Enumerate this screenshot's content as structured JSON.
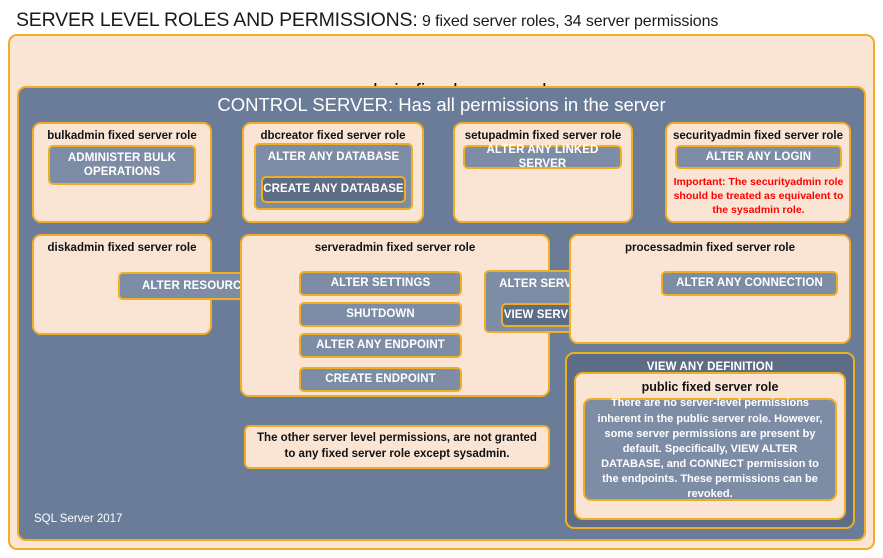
{
  "title": {
    "main": "SERVER LEVEL ROLES AND PERMISSIONS:",
    "sub": "9 fixed server roles, 34 server permissions"
  },
  "sysadmin": {
    "label": "sysadmin fixed server role"
  },
  "control_server": {
    "label": "CONTROL SERVER: Has all permissions in the server"
  },
  "roles": {
    "bulkadmin": {
      "title": "bulkadmin fixed server role",
      "permissions": [
        "ADMINISTER  BULK OPERATIONS"
      ]
    },
    "dbcreator": {
      "title": "dbcreator fixed server role",
      "permission_outer": "ALTER ANY DATABASE",
      "permission_inner": "CREATE  ANY DATABASE"
    },
    "setupadmin": {
      "title": "setupadmin fixed server role",
      "permissions": [
        "ALTER ANY LINKED SERVER"
      ]
    },
    "securityadmin": {
      "title": "securityadmin fixed server role",
      "permissions": [
        "ALTER ANY LOGIN"
      ],
      "warning": "Important:  The securityadmin role should  be treated  as equivalent to the  sysadmin role."
    },
    "diskadmin": {
      "title": "diskadmin fixed server role",
      "permissions": [
        "ALTER RESOURCES"
      ]
    },
    "serveradmin": {
      "title": "serveradmin fixed server role",
      "permissions": [
        "ALTER SETTINGS",
        "SHUTDOWN",
        "ALTER ANY ENDPOINT",
        "CREATE  ENDPOINT"
      ],
      "permission_outer": "ALTER SERVER  STATE",
      "permission_inner": "VIEW SERVER  STATE"
    },
    "processadmin": {
      "title": "processadmin fixed server role",
      "permissions": [
        "ALTER ANY CONNECTION"
      ]
    },
    "public": {
      "view_any_definition": "VIEW ANY DEFINITION",
      "title": "public  fixed server role",
      "body": "There are no server-level permissions inherent in the public server role. However, some server permissions are present by default. Specifically, VIEW ALTER DATABASE, and CONNECT permission to the endpoints. These permissions can be revoked."
    }
  },
  "note": {
    "text": "The other server level permissions,  are not granted to any fixed server role except sysadmin."
  },
  "footer": {
    "text": "SQL Server 2017"
  },
  "colors": {
    "peach": "#fae5d5",
    "gold": "#f0ae26",
    "slate": "#6b7c99",
    "permission": "#7d8da6",
    "permission_dark": "#5d6d85",
    "warning": "#ff0000"
  }
}
